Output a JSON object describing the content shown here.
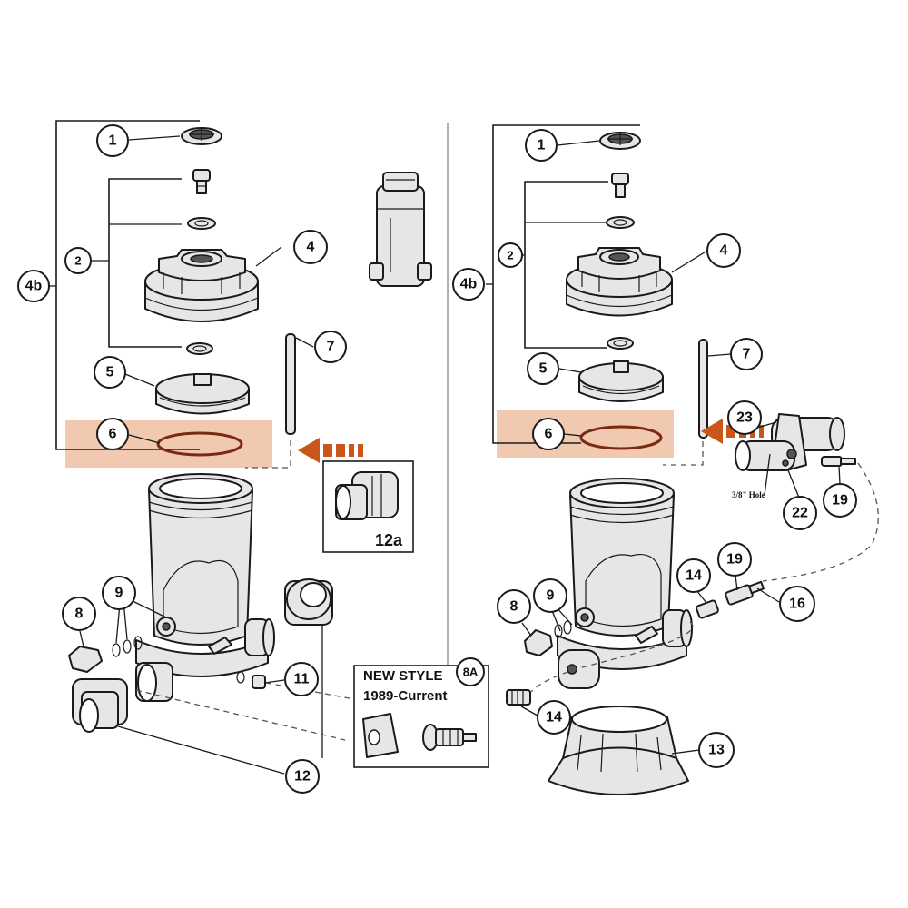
{
  "callouts_left": {
    "c1": "1",
    "c2": "2",
    "c4b": "4b",
    "c4": "4",
    "c5": "5",
    "c6": "6",
    "c7": "7",
    "c8": "8",
    "c9": "9",
    "c11": "11",
    "c12": "12",
    "c12a": "12a"
  },
  "callouts_right": {
    "c1": "1",
    "c2": "2",
    "c4b": "4b",
    "c4": "4",
    "c5": "5",
    "c6": "6",
    "c7": "7",
    "c8": "8",
    "c9": "9",
    "c13": "13",
    "c14a": "14",
    "c14b": "14",
    "c16": "16",
    "c19a": "19",
    "c19b": "19",
    "c22": "22",
    "c23": "23"
  },
  "new_style_box": {
    "line1": "NEW STYLE",
    "line2": "1989-Current",
    "badge": "8A"
  },
  "hole_label": "3/8\" Hole",
  "colors": {
    "highlight_band": "#efbfa2",
    "arrow": "#c9571c",
    "oring": "#7a2a12"
  }
}
